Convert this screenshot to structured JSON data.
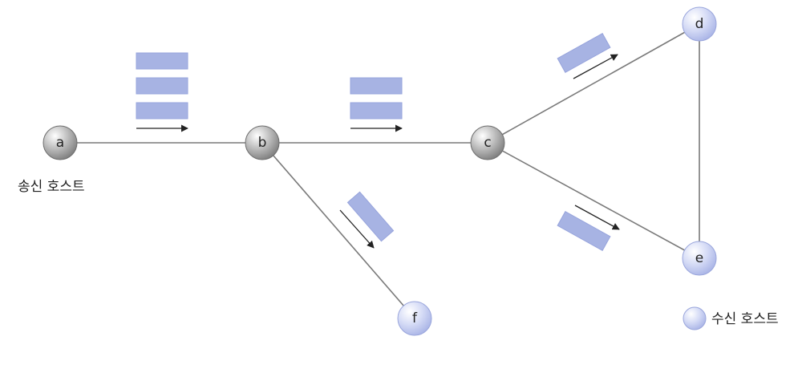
{
  "diagram": {
    "nodes": {
      "a": {
        "label": "a",
        "kind": "sender"
      },
      "b": {
        "label": "b",
        "kind": "router"
      },
      "c": {
        "label": "c",
        "kind": "router"
      },
      "d": {
        "label": "d",
        "kind": "receiver"
      },
      "e": {
        "label": "e",
        "kind": "receiver"
      },
      "f": {
        "label": "f",
        "kind": "receiver"
      }
    },
    "links": [
      {
        "from": "a",
        "to": "b"
      },
      {
        "from": "b",
        "to": "c"
      },
      {
        "from": "b",
        "to": "f"
      },
      {
        "from": "c",
        "to": "d"
      },
      {
        "from": "c",
        "to": "e"
      },
      {
        "from": "d",
        "to": "e"
      }
    ],
    "packet_groups": [
      {
        "link": "a-b",
        "count": 3
      },
      {
        "link": "b-c",
        "count": 2
      },
      {
        "link": "b-f",
        "count": 1
      },
      {
        "link": "c-d",
        "count": 1
      },
      {
        "link": "c-e",
        "count": 1
      }
    ],
    "sender_caption": "송신 호스트",
    "legend": {
      "label": "수신 호스트"
    },
    "colors": {
      "packet": "#a7b3e3",
      "packet_border": "#8f9dd6",
      "link": "#7a7a7a",
      "router_node": "#8f8f8f",
      "receiver_node": "#c9d1f3",
      "arrow": "#222222"
    }
  }
}
